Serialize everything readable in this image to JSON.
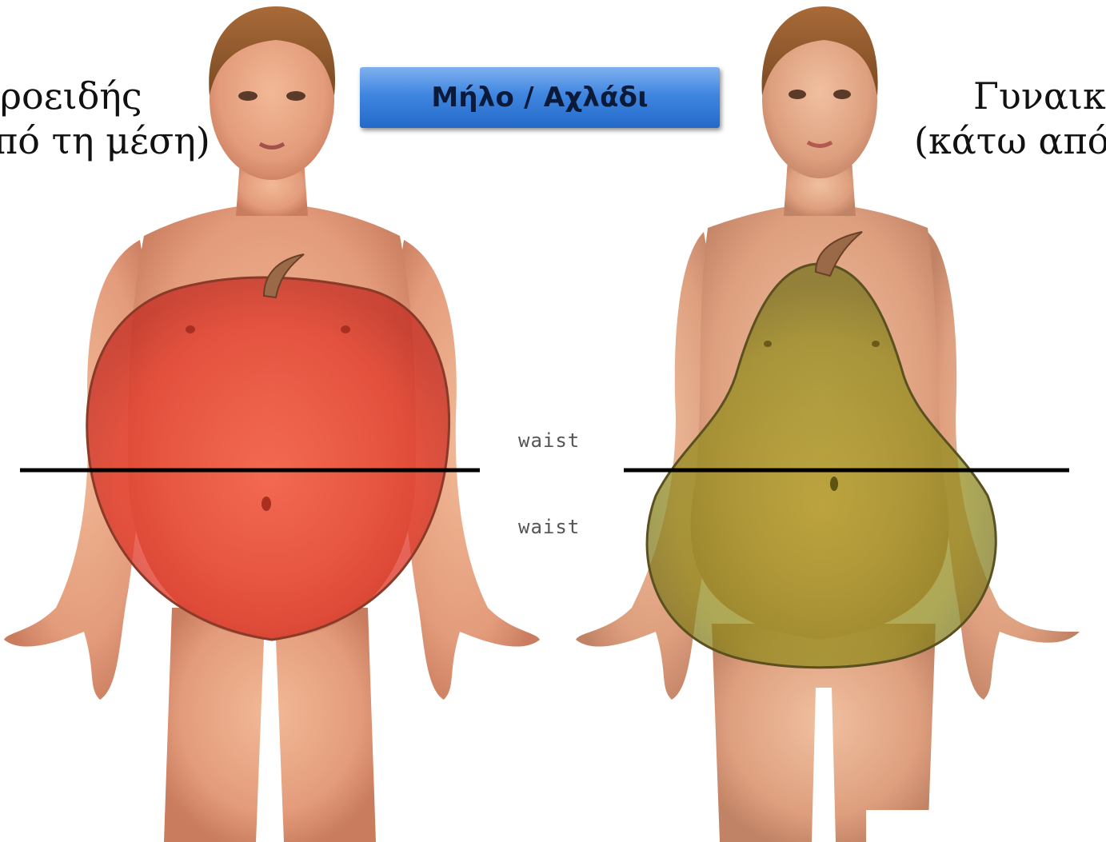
{
  "title": "Μήλο / Αχλάδι",
  "left_caption": {
    "line1": "ροειδής",
    "line2": "πό τη μέση)"
  },
  "right_caption": {
    "line1": "Γυναικ",
    "line2": "(κάτω από"
  },
  "waist_labels": {
    "upper": "waist",
    "lower": "waist"
  },
  "colors": {
    "banner_top": "#7fb0ee",
    "banner_bottom": "#2469c9",
    "apple_overlay": "#e83a2a",
    "pear_overlay": "#8c8a1e",
    "skin": "#e8a98a",
    "waist_line": "#000000"
  },
  "figures": {
    "left": "apple-shaped-body-figure",
    "right": "pear-shaped-body-figure"
  }
}
